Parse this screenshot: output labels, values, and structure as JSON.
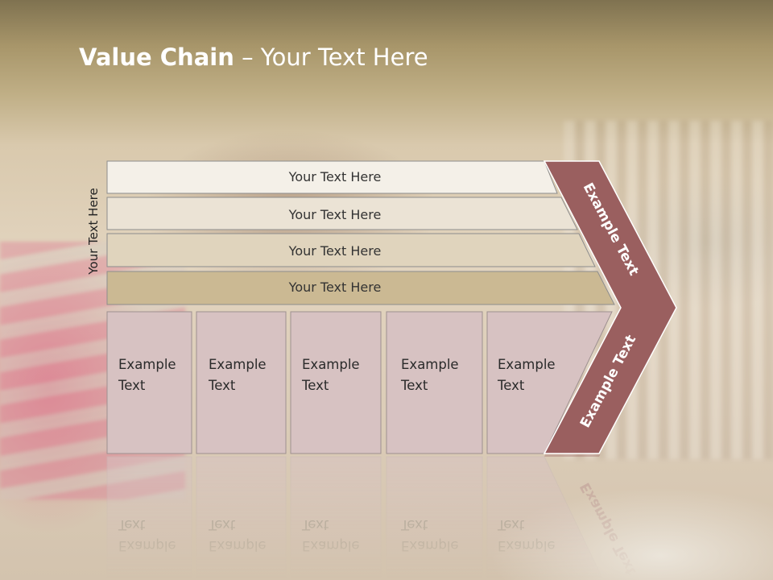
{
  "slide": {
    "title_bold": "Value Chain",
    "title_rest": " – Your Text Here",
    "side_label": "Your Text Here"
  },
  "bars": [
    {
      "label": "Your Text Here",
      "fill": "#f4f0e8"
    },
    {
      "label": "Your Text Here",
      "fill": "#ebe3d5"
    },
    {
      "label": "Your Text Here",
      "fill": "#e0d4bd"
    },
    {
      "label": "Your Text Here",
      "fill": "#cbb993"
    }
  ],
  "boxes": [
    {
      "line1": "Example",
      "line2": "Text"
    },
    {
      "line1": "Example",
      "line2": "Text"
    },
    {
      "line1": "Example",
      "line2": "Text"
    },
    {
      "line1": "Example",
      "line2": "Text"
    },
    {
      "line1": "Example",
      "line2": "Text"
    }
  ],
  "chevron": {
    "upper_label": "Example Text",
    "lower_label": "Example Text",
    "fill": "#9a5f5f",
    "box_fill": "#d7c2c2"
  }
}
